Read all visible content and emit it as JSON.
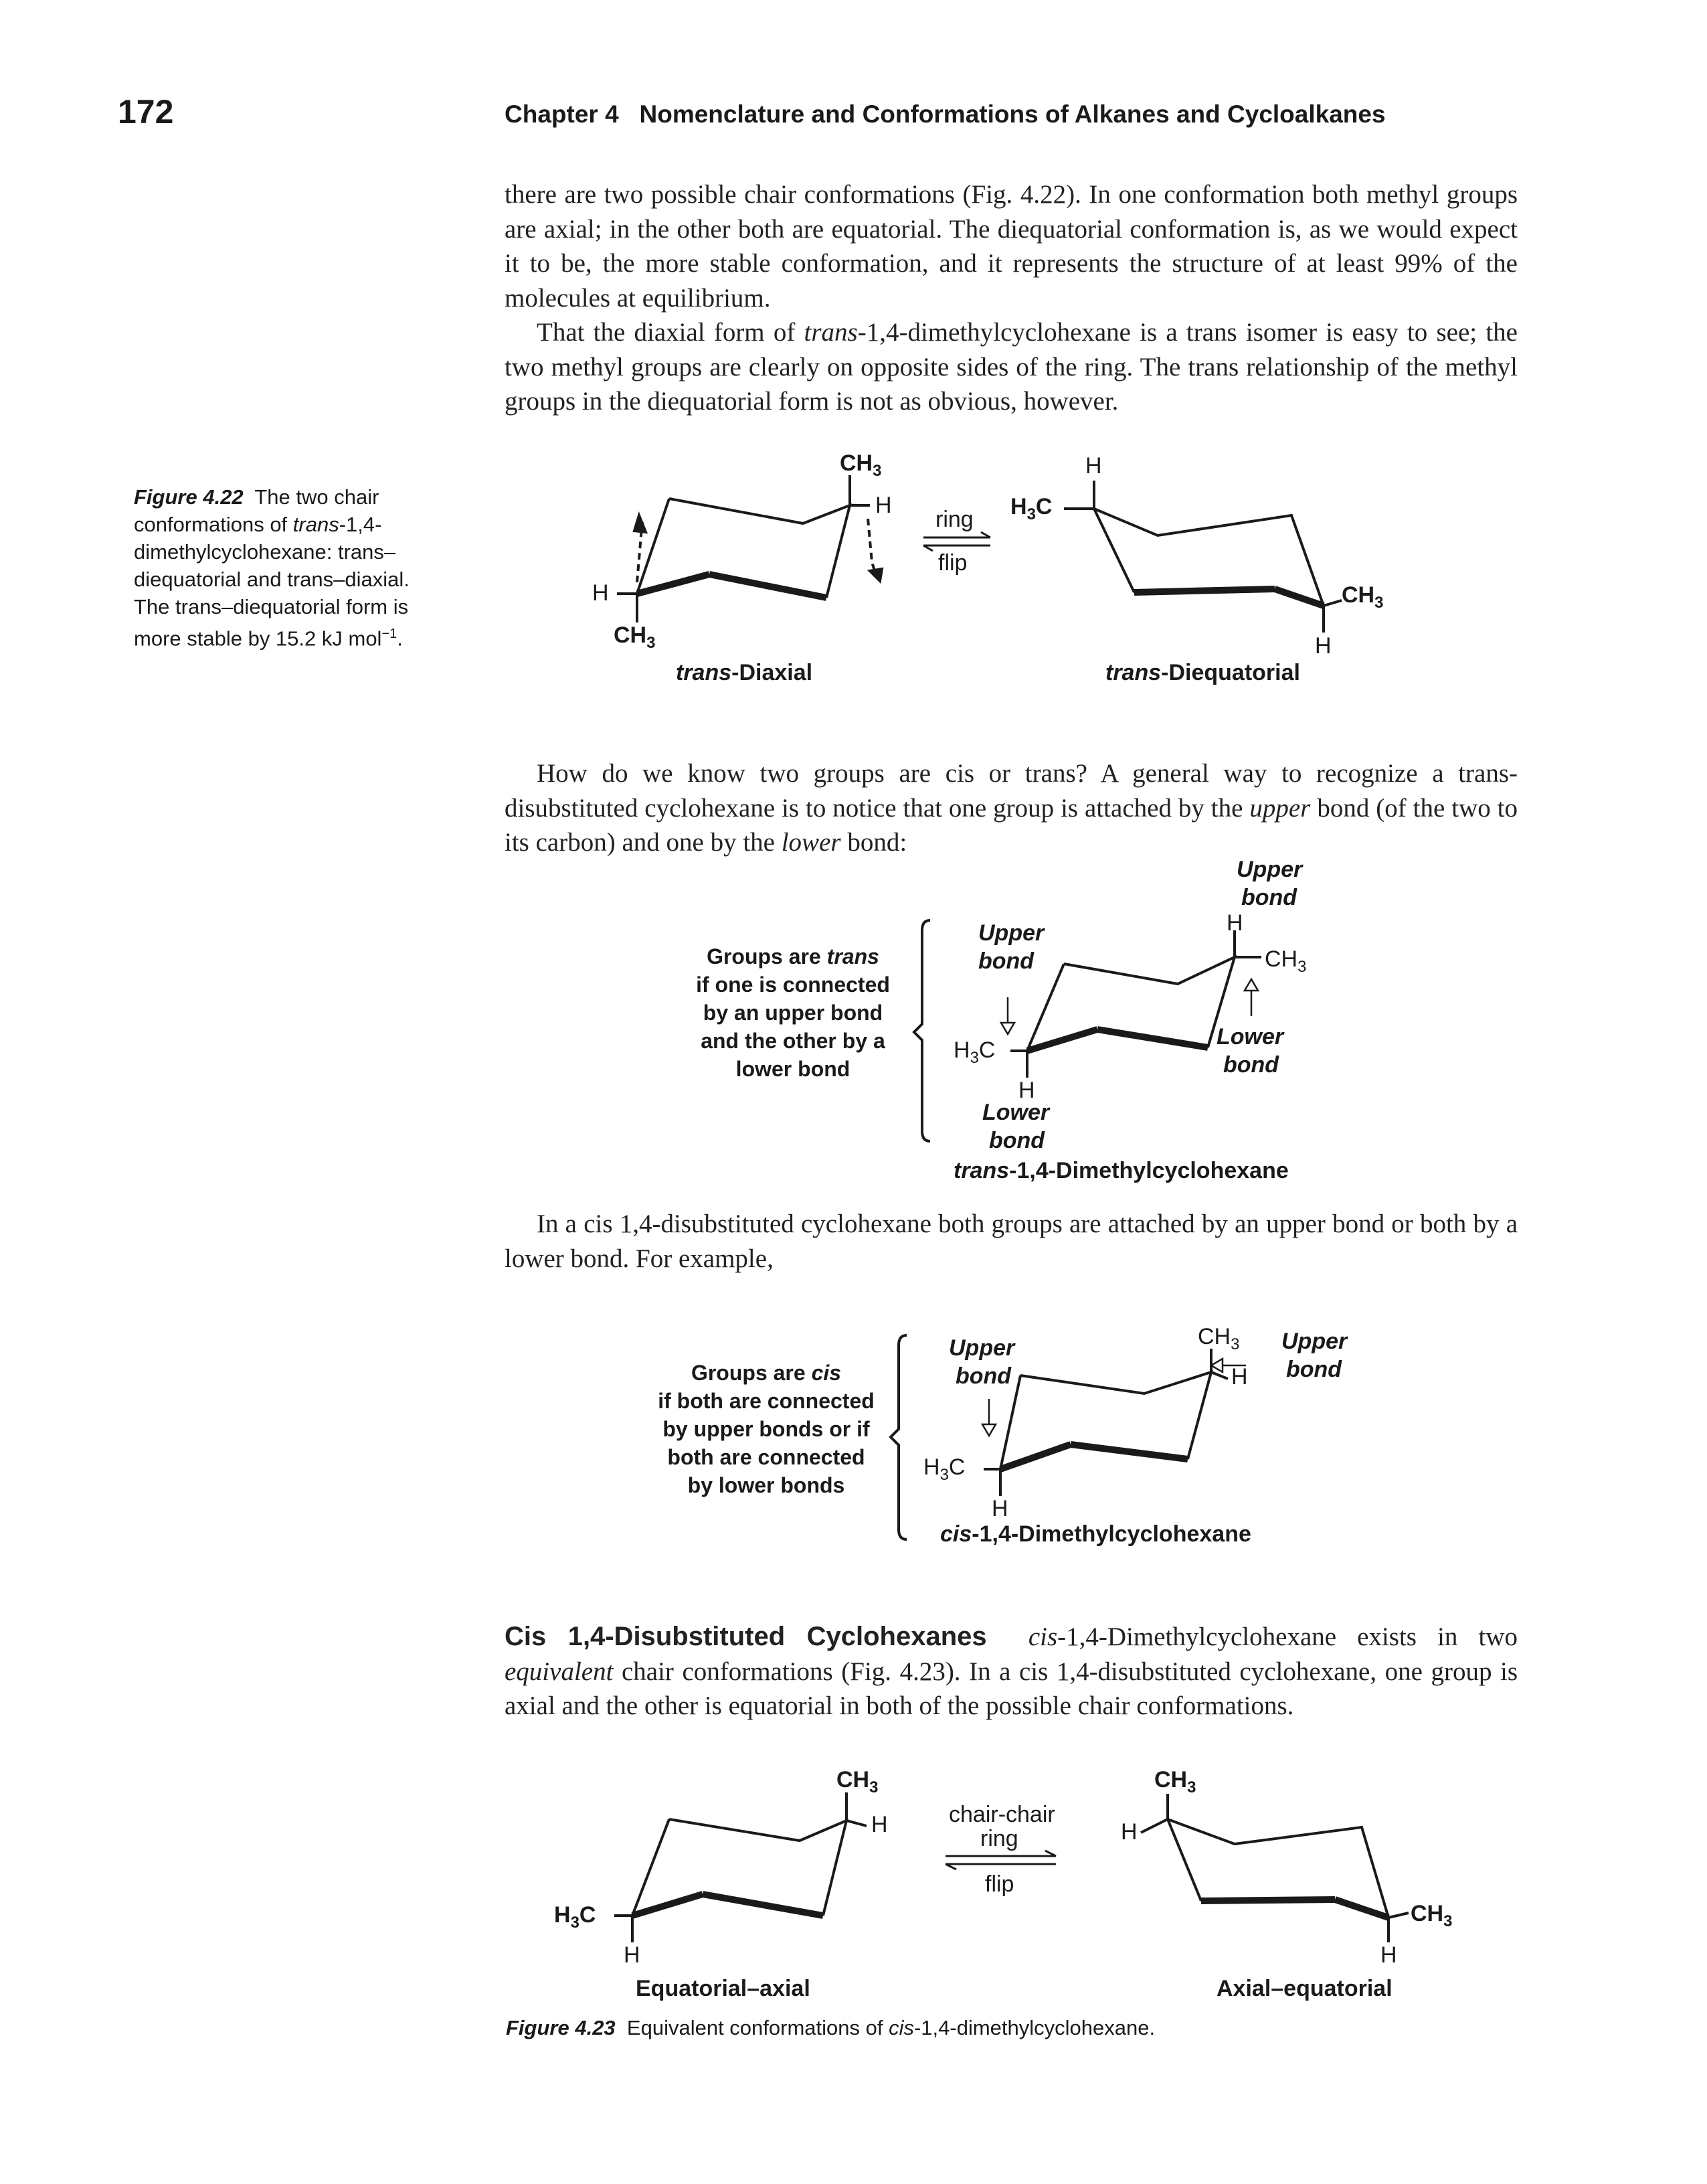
{
  "header": {
    "page_number": "172",
    "running_head": "Chapter 4   Nomenclature and Conformations of Alkanes and Cycloalkanes"
  },
  "para1": "there are two possible chair conformations (Fig. 4.22). In one conformation both methyl groups are axial; in the other both are equatorial. The diequatorial conformation is, as we would expect it to be, the more stable conformation, and it represents the structure of at least 99% of the molecules at equilibrium.",
  "para2": {
    "a": "That the diaxial form of ",
    "trans": "trans",
    "b": "-1,4-dimethylcyclohexane is a trans isomer is easy to see; the two methyl groups are clearly on opposite sides of the ring. The trans relationship of the methyl groups in the diequatorial form is not as obvious, however."
  },
  "fig422": {
    "caption_label": "Figure 4.22",
    "caption_a": "  The two chair conformations of ",
    "caption_trans": "trans",
    "caption_b": "-1,4-dimethylcyclohexane: trans–diequatorial and trans–diaxial. The trans–diequatorial form is more stable by 15.2 kJ mol",
    "caption_sup": "−1",
    "caption_end": ".",
    "left_label_italic": "trans",
    "left_label_rest": "-Diaxial",
    "right_label_italic": "trans",
    "right_label_rest": "-Diequatorial",
    "arrow_top": "ring",
    "arrow_bottom": "flip",
    "CH3": "CH",
    "three": "3",
    "H": "H",
    "H3C_H": "H",
    "H3C_C": "C"
  },
  "para3": {
    "a": "How do we know two groups are cis or trans? A general way to recognize a trans-disubstituted cyclohexane is to notice that one group is attached by the ",
    "upper": "upper",
    "b": " bond (of the two to its carbon) and one by the ",
    "lower": "lower",
    "c": " bond:"
  },
  "trans_diagram": {
    "group_a": "Groups are ",
    "group_trans": "trans",
    "group_b": "if one is connected by an upper bond and the other by a lower bond",
    "upper": "Upper",
    "lower": "Lower",
    "bond": "bond",
    "name_italic": "trans",
    "name_rest": "-1,4-Dimethylcyclohexane"
  },
  "para4": "In a cis 1,4-disubstituted cyclohexane both groups are attached by an upper bond or both by a lower bond. For example,",
  "cis_diagram": {
    "group_a": "Groups are ",
    "group_cis": "cis",
    "group_b": "if both are connected by upper bonds or if both are connected by lower bonds",
    "name_italic": "cis",
    "name_rest": "-1,4-Dimethylcyclohexane"
  },
  "section": {
    "heading": "Cis 1,4-Disubstituted Cyclohexanes",
    "cis": "cis",
    "a": "-1,4-Dimethylcyclohexane exists in two ",
    "equivalent": "equivalent",
    "b": " chair conformations (Fig. 4.23). In a cis 1,4-disubstituted cyclohexane, one group is axial and the other is equatorial in both of the possible chair conformations."
  },
  "fig423": {
    "arrow_top1": "chair-chair",
    "arrow_top2": "ring",
    "arrow_bottom": "flip",
    "left_label": "Equatorial–axial",
    "right_label": "Axial–equatorial",
    "caption_label": "Figure 4.23",
    "caption_a": "  Equivalent conformations of ",
    "caption_cis": "cis",
    "caption_b": "-1,4-dimethylcyclohexane."
  }
}
